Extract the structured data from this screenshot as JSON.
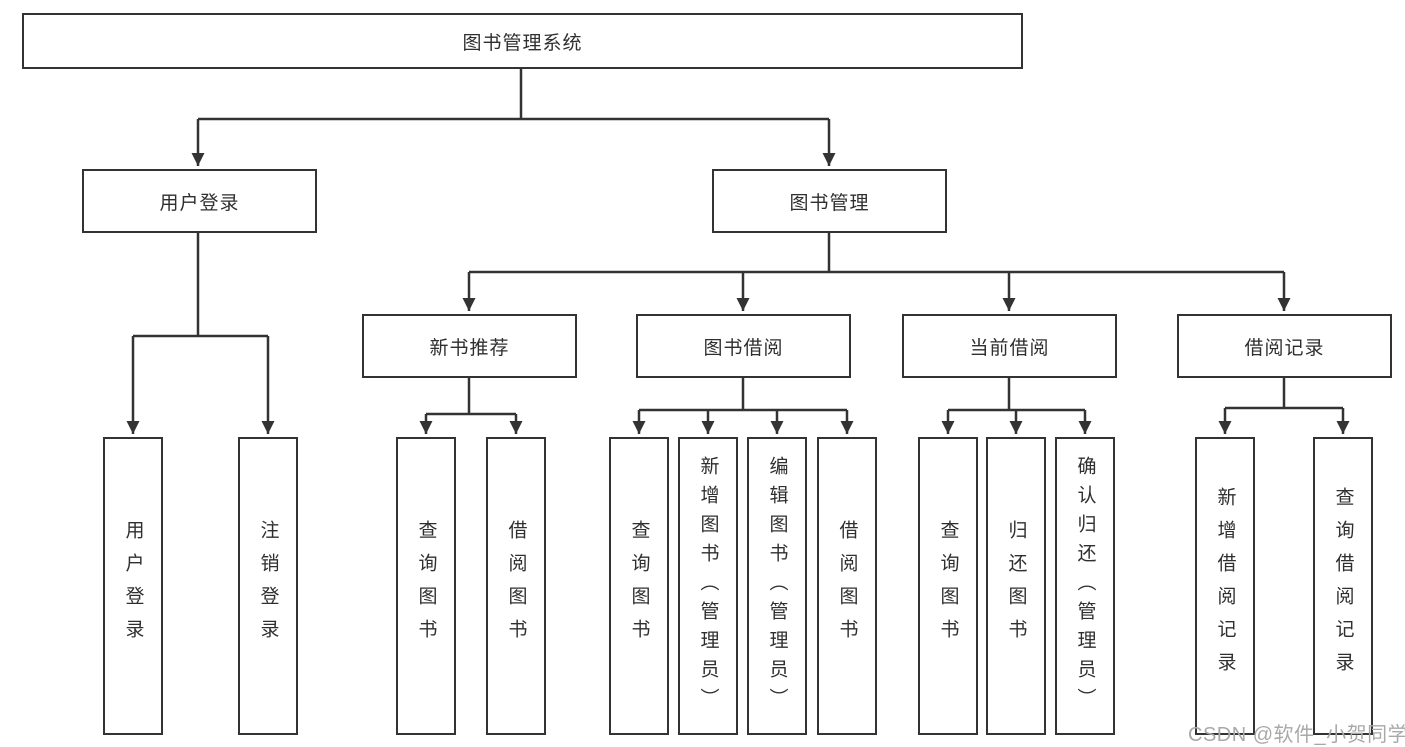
{
  "diagram": {
    "nodes": {
      "root": "图书管理系统",
      "level2": [
        "用户登录",
        "图书管理"
      ],
      "level3": [
        "新书推荐",
        "图书借阅",
        "当前借阅",
        "借阅记录"
      ],
      "leaves": {
        "userLogin": [
          "用户登录",
          "注销登录"
        ],
        "newBooks": [
          "查询图书",
          "借阅图书"
        ],
        "bookBorrow": [
          "查询图书",
          "新增图书（管理员）",
          "编辑图书（管理员）",
          "借阅图书"
        ],
        "currentBorrow": [
          "查询图书",
          "归还图书",
          "确认归还（管理员）"
        ],
        "borrowRecords": [
          "新增借阅记录",
          "查询借阅记录"
        ]
      }
    },
    "colors": {
      "line": "#333333",
      "box_border": "#333333",
      "text": "#2f2f2f",
      "watermark": "#a9a9a9",
      "background": "#ffffff"
    }
  },
  "watermark": "CSDN @软件_小贺同学"
}
